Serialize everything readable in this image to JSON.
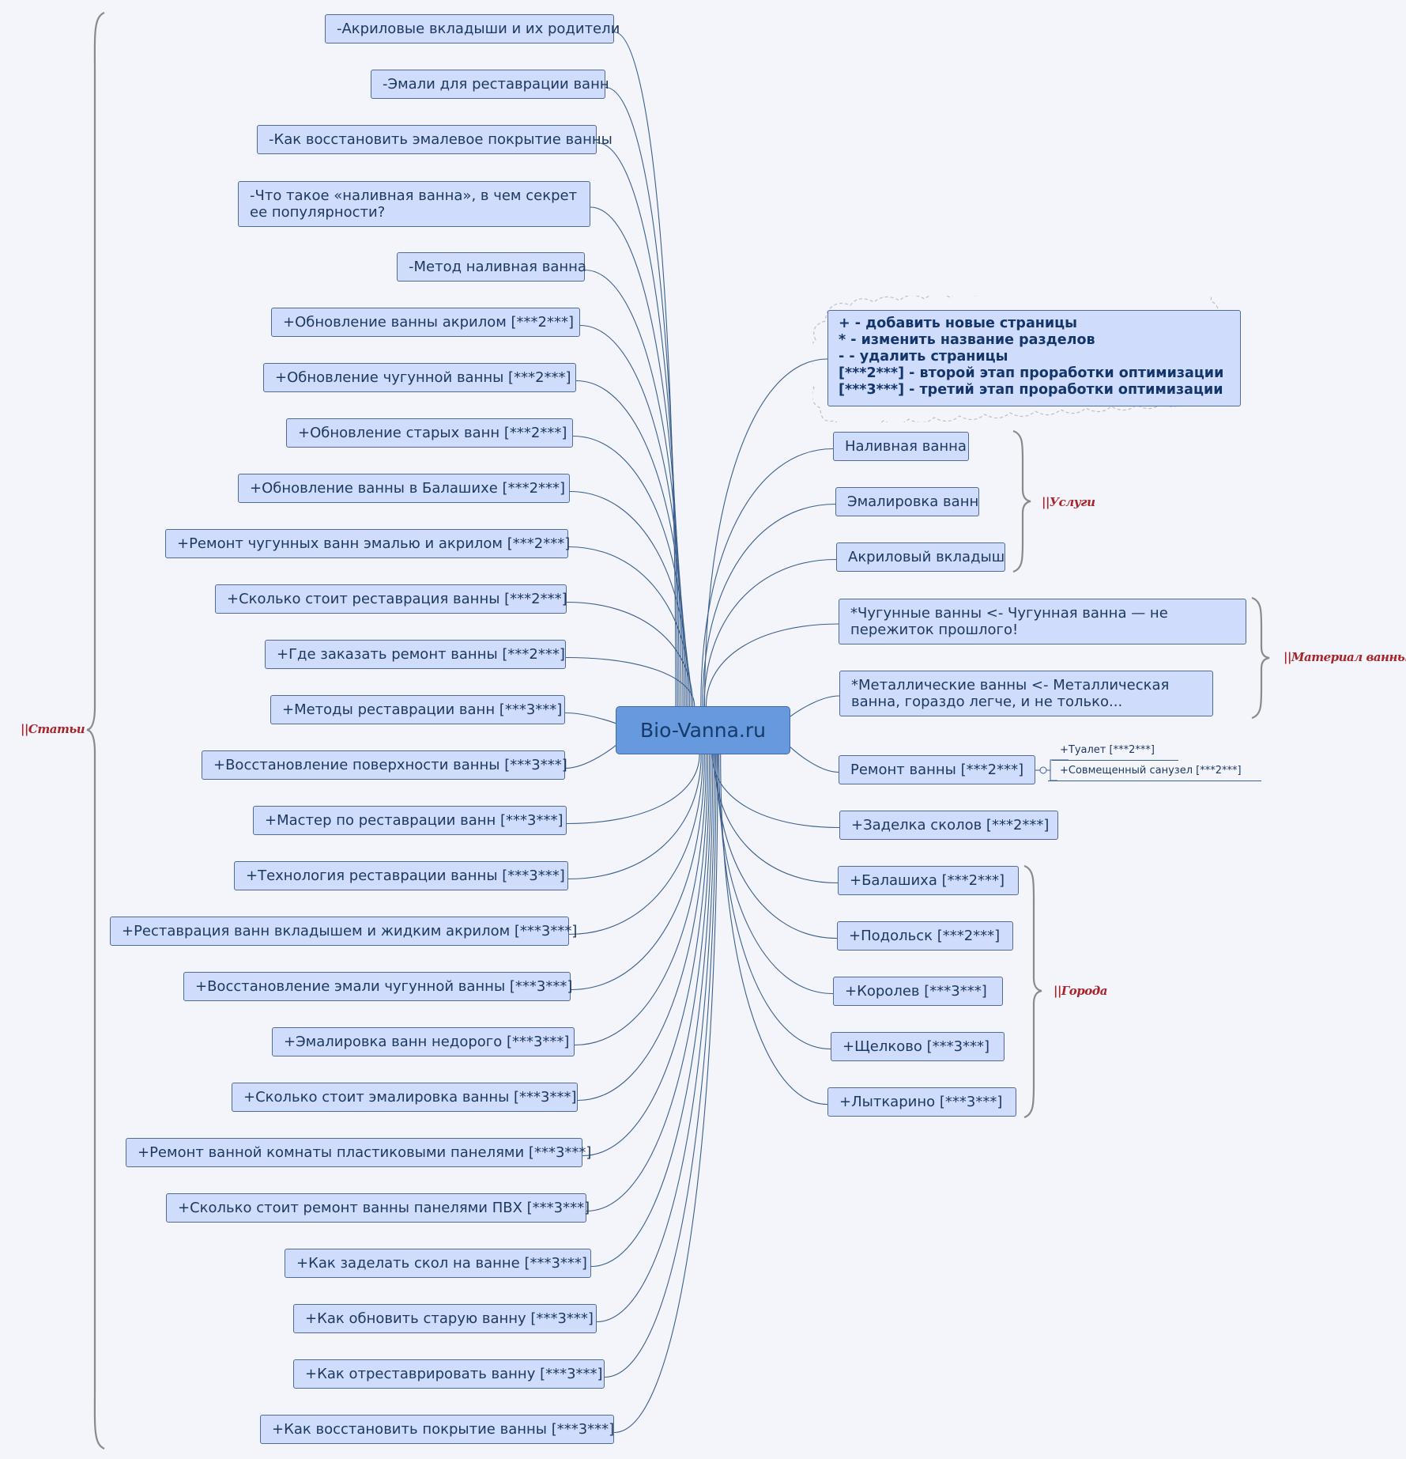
{
  "root": "Bio-Vanna.ru",
  "left_nodes": [
    "-Акриловые вкладыши и их родители",
    "-Эмали для реставрации ванн",
    "-Как восстановить эмалевое покрытие ванны",
    "-Что такое «наливная ванна», в чем секрет ее популярности?",
    "-Метод наливная ванна",
    "+Обновление ванны акрилом [***2***]",
    "+Обновление чугунной ванны [***2***]",
    "+Обновление старых ванн [***2***]",
    "+Обновление ванны в Балашихе [***2***]",
    "+Ремонт чугунных ванн эмалью и акрилом [***2***]",
    "+Сколько стоит реставрация ванны [***2***]",
    "+Где заказать ремонт ванны [***2***]",
    "+Методы реставрации ванн [***3***]",
    "+Восстановление поверхности ванны [***3***]",
    "+Мастер по реставрации ванн [***3***]",
    "+Технология реставрации ванны [***3***]",
    "+Реставрация ванн вкладышем и жидким акрилом [***3***]",
    "+Восстановление эмали чугунной ванны [***3***]",
    "+Эмалировка ванн недорого [***3***]",
    "+Сколько стоит эмалировка ванны [***3***]",
    "+Ремонт ванной комнаты пластиковыми панелями [***3***]",
    "+Сколько стоит ремонт ванны панелями ПВХ [***3***]",
    "+Как заделать скол на ванне [***3***]",
    "+Как обновить старую ванну [***3***]",
    "+Как отреставрировать ванну [***3***]",
    "+Как восстановить покрытие ванны [***3***]"
  ],
  "legend": [
    "+ - добавить новые страницы",
    "* - изменить название разделов",
    "- - удалить страницы",
    "[***2***] - второй этап проработки оптимизации",
    "[***3***] - третий этап проработки оптимизации"
  ],
  "right_nodes": [
    "Наливная ванна",
    "Эмалировка ванн",
    "Акриловый вкладыш",
    "*Чугунные ванны <- Чугунная ванна — не пережиток прошлого!",
    "*Металлические ванны <- Металлическая ванна, гораздо легче, и не только...",
    "Ремонт ванны [***2***]",
    "+Заделка сколов [***2***]",
    "+Балашиха [***2***]",
    "+Подольск [***2***]",
    "+Королев [***3***]",
    "+Щелково [***3***]",
    "+Лыткарино [***3***]"
  ],
  "subnodes": [
    "+Туалет [***2***]",
    "+Совмещенный санузел [***2***]"
  ],
  "labels": {
    "articles": "||Статьи",
    "services": "||Услуги",
    "material": "||Материал ванны",
    "cities": "||Города"
  },
  "colors": {
    "background": "#f3f5fa",
    "node_fill": "#d0dcfb",
    "node_border": "#4f6c96",
    "root_fill": "#6699dd",
    "link": "#3b5f8e",
    "brace": "#888888",
    "label": "#a8242a"
  }
}
